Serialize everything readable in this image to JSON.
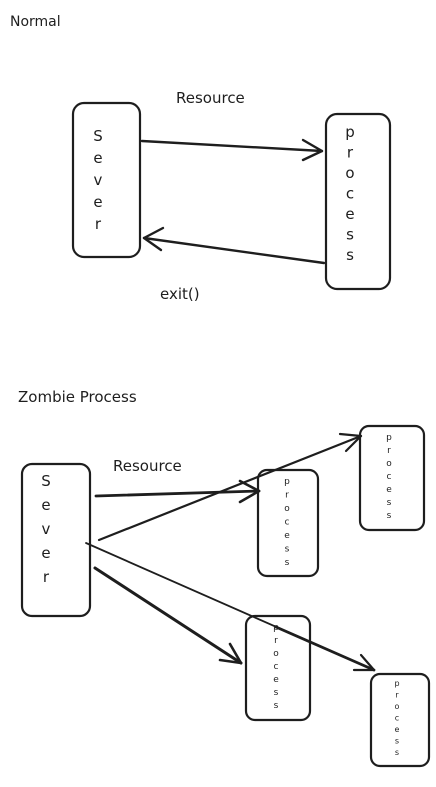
{
  "sections": {
    "normal": {
      "heading": "Normal",
      "server_label": "Sever",
      "process_label": "process",
      "resource_label": "Resource",
      "exit_label": "exit()"
    },
    "zombie": {
      "heading": "Zombie Process",
      "server_label": "Sever",
      "resource_label": "Resource",
      "process_label": "process"
    }
  }
}
